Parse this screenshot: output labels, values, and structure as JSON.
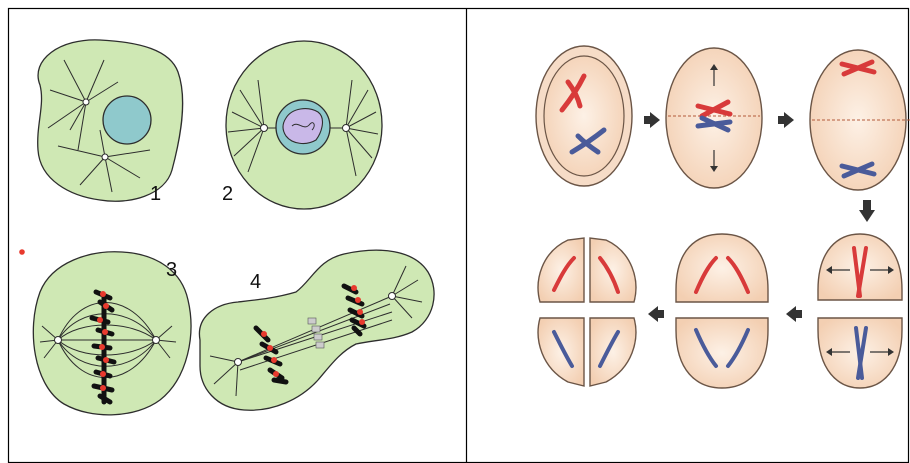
{
  "left_panel": {
    "stage_labels": [
      "1",
      "2",
      "3",
      "4"
    ]
  },
  "colors": {
    "cell_fill": "#cfe8b4",
    "nucleus_fill": "#8fc9cc",
    "nucleolus_fill": "#c9b8e8",
    "chromosome_black": "#111111",
    "centromere_red": "#e83a2e",
    "meiosis_cell_fill": "#f7dcc4",
    "chromosome_red": "#d83a3a",
    "chromosome_blue": "#4a5b9a",
    "arrow": "#333333"
  }
}
